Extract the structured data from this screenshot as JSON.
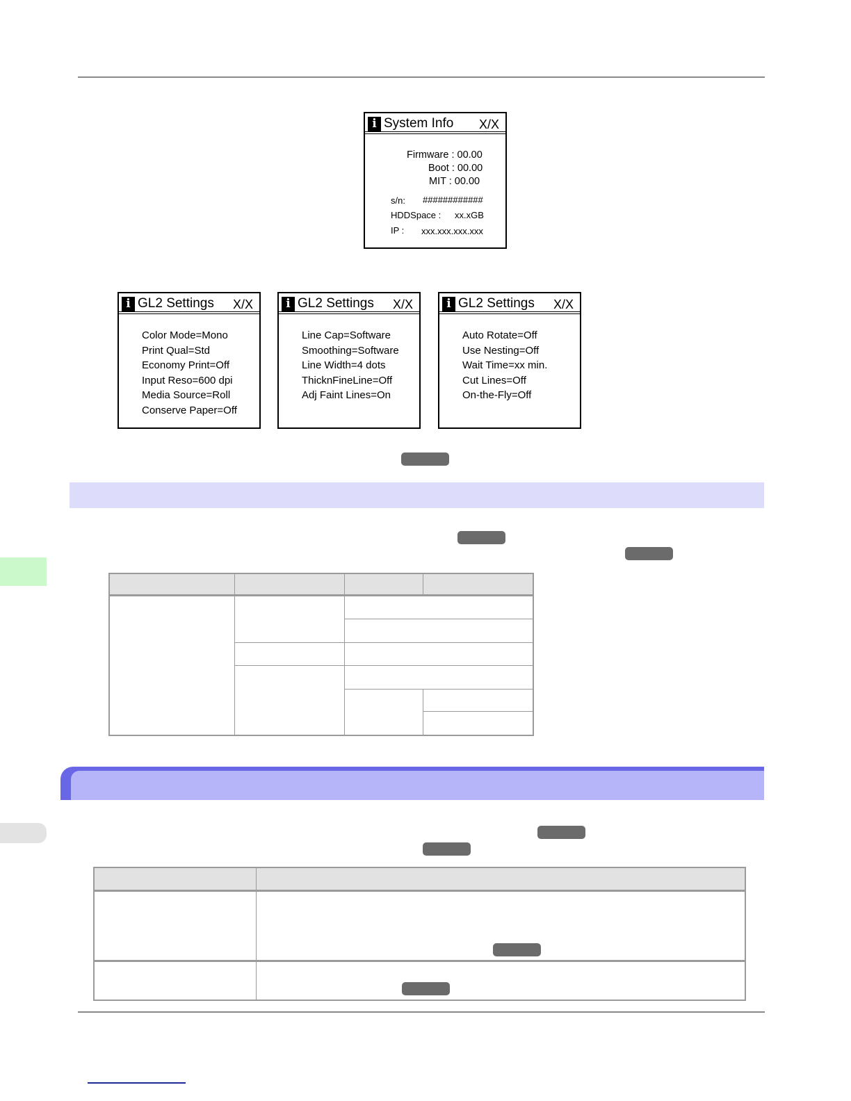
{
  "system_info_panel": {
    "title": "System Info",
    "page": "X/X",
    "firmware": "Firmware : 00.00",
    "boot": "Boot : 00.00",
    "mit": "MIT  : 00.00",
    "sn_label": "s/n:",
    "sn_value": "############",
    "hdd_label": "HDDSpace :",
    "hdd_value": "xx.xGB",
    "ip_label": "IP :",
    "ip_value": "xxx.xxx.xxx.xxx"
  },
  "gl2_panels": [
    {
      "title": "GL2 Settings",
      "page": "X/X",
      "lines": [
        "Color Mode=Mono",
        "Print Qual=Std",
        "Economy Print=Off",
        "Input Reso=600 dpi",
        "Media Source=Roll",
        "Conserve Paper=Off"
      ]
    },
    {
      "title": "GL2 Settings",
      "page": "X/X",
      "lines": [
        "Line Cap=Software",
        "Smoothing=Software",
        "Line Width=4 dots",
        "ThicknFineLine=Off",
        "Adj Faint Lines=On"
      ]
    },
    {
      "title": "GL2 Settings",
      "page": "X/X",
      "lines": [
        "Auto Rotate=Off",
        "Use Nesting=Off",
        "Wait Time=xx min.",
        "Cut Lines=Off",
        "On-the-Fly=Off"
      ]
    }
  ],
  "colors": {
    "rule": "#8a8a8a",
    "band_light": "#dddcfb",
    "band_dark": "#6a67e6",
    "band_mid": "#b6b5fa",
    "pill": "#6b6b6b",
    "side_tab_green": "#ccf9cc",
    "table_header": "#e2e2e2"
  }
}
